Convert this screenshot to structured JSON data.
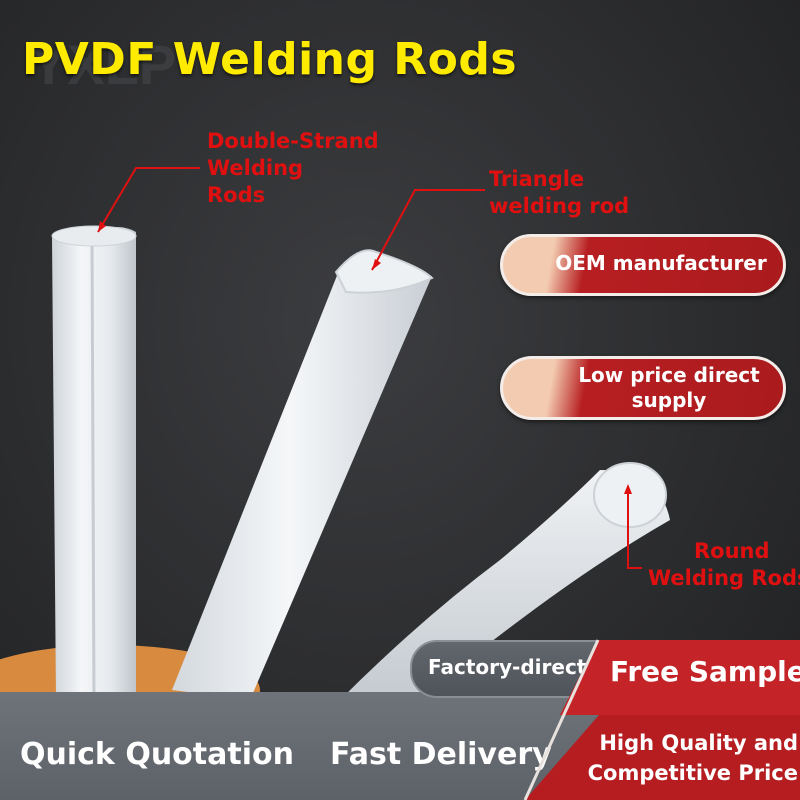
{
  "title": "PVDF Welding Rods",
  "callouts": {
    "double_strand": [
      "Double-Strand",
      "Welding",
      "Rods"
    ],
    "triangle": [
      "Triangle",
      "welding rod"
    ],
    "round": [
      "Round",
      "Welding Rods"
    ]
  },
  "badges": {
    "oem": "OEM manufacturer",
    "low_price": [
      "Low price direct",
      "supply"
    ]
  },
  "bottom": {
    "factory_direct": "Factory-direct",
    "quick_quotation": "Quick Quotation",
    "fast_delivery": "Fast Delivery",
    "free_sample": "Free Sample",
    "quality": [
      "High Quality and",
      "Competitive Price"
    ]
  },
  "colors": {
    "title": "#ffeb00",
    "callout": "#e01010",
    "badge_red": "#b71e22",
    "badge_peach": "#f3cbb0",
    "bottom_bar": "#666a71",
    "background": "#2e2f31"
  }
}
